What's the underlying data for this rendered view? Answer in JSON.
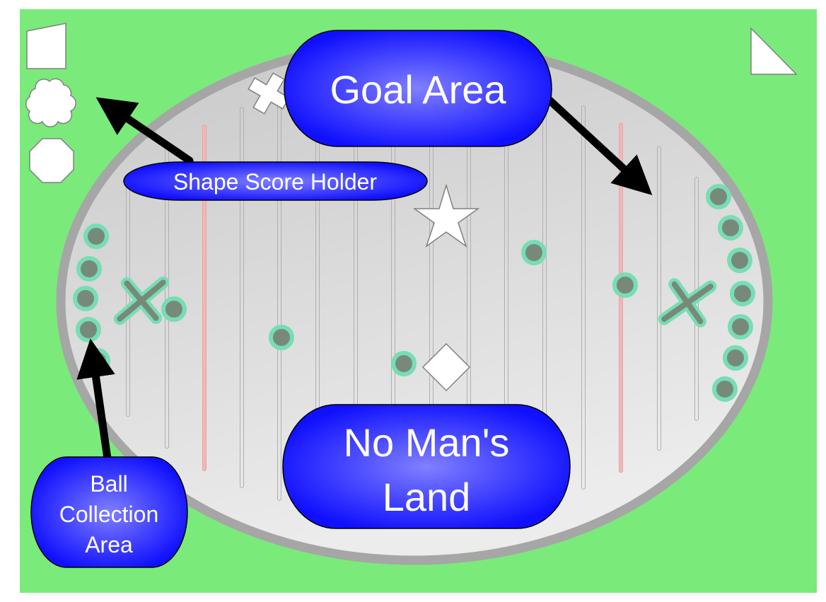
{
  "labels": {
    "goal_area": "Goal Area",
    "shape_score_holder": "Shape Score Holder",
    "no_mans_land_line1": "No Man's",
    "no_mans_land_line2": "Land",
    "ball_collection_line1": "Ball",
    "ball_collection_line2": "Collection",
    "ball_collection_line3": "Area"
  },
  "colors": {
    "field": "#7aea7a",
    "arena_border": "#a6a6a6",
    "ball_fill": "#778a7a",
    "ball_ring": "#77ddb5",
    "center_line": "#f0b0b0",
    "label_blue": "#1010ff"
  },
  "score_shapes": [
    "trapezoid-icon",
    "cloud-icon",
    "octagon-icon",
    "right-triangle-icon"
  ],
  "field_shapes": [
    "plus-icon",
    "star-icon",
    "diamond-icon"
  ]
}
